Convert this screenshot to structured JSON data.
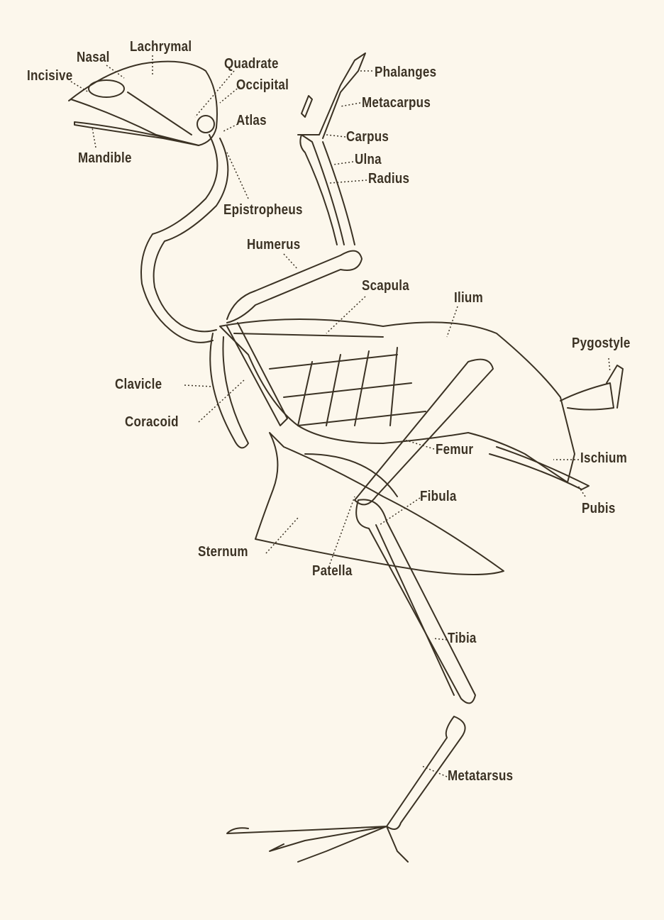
{
  "ink_color": "#3b3224",
  "background_color": "#fcf7ec",
  "labels": {
    "incisive": "Incisive",
    "nasal": "Nasal",
    "lachrymal": "Lachrymal",
    "quadrate": "Quadrate",
    "occipital": "Occipital",
    "atlas": "Atlas",
    "mandible": "Mandible",
    "epistropheus": "Epistropheus",
    "phalanges": "Phalanges",
    "metacarpus": "Metacarpus",
    "carpus": "Carpus",
    "ulna": "Ulna",
    "radius": "Radius",
    "humerus": "Humerus",
    "scapula": "Scapula",
    "ilium": "Ilium",
    "pygostyle": "Pygostyle",
    "clavicle": "Clavicle",
    "coracoid": "Coracoid",
    "femur": "Femur",
    "ischium": "Ischium",
    "fibula": "Fibula",
    "pubis": "Pubis",
    "sternum": "Sternum",
    "patella": "Patella",
    "tibia": "Tibia",
    "metatarsus": "Metatarsus"
  }
}
